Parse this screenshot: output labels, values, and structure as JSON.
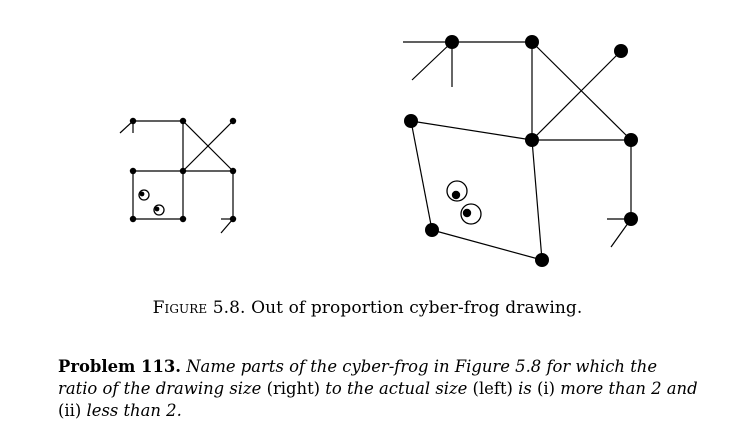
{
  "figure": {
    "caption_label": "Figure 5.8.",
    "caption_text": "Out of proportion cyber-frog drawing."
  },
  "problem": {
    "label": "Problem 113.",
    "seg1": "Name parts of the cyber-frog in Figure 5.8 for which the ratio of the drawing size",
    "seg2": "(right)",
    "seg3": "to the actual size",
    "seg4": "(left)",
    "seg5": "is",
    "seg6": "(i)",
    "seg7": "more than 2 and",
    "seg8": "(ii)",
    "seg9": "less than 2."
  }
}
